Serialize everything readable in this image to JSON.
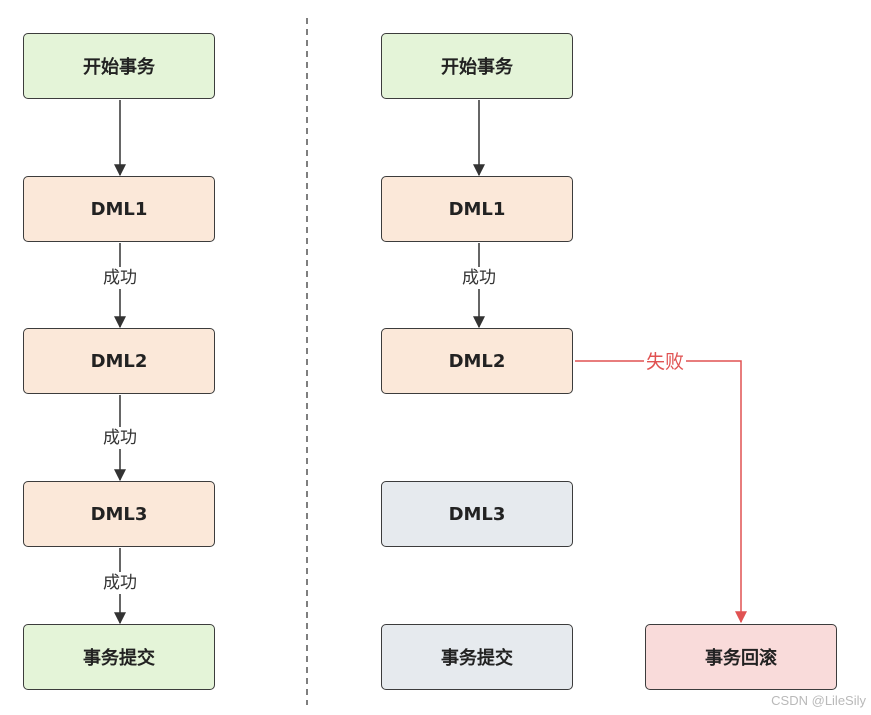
{
  "colors": {
    "start": "#e4f4d8",
    "dml": "#fbe8d9",
    "commit": "#e4f4d8",
    "skipped": "#e6eaee",
    "rollback": "#f9dbda",
    "border": "#3c3c3c",
    "arrow": "#333333",
    "fail": "#e05252",
    "divider": "#555555"
  },
  "left": {
    "start": "开始事务",
    "dml1": "DML1",
    "dml2": "DML2",
    "dml3": "DML3",
    "commit": "事务提交",
    "label1": "成功",
    "label2": "成功",
    "label3": "成功"
  },
  "right": {
    "start": "开始事务",
    "dml1": "DML1",
    "dml2": "DML2",
    "dml3": "DML3",
    "commit": "事务提交",
    "rollback": "事务回滚",
    "label1": "成功",
    "fail_label": "失败"
  },
  "watermark": "CSDN @LileSily"
}
